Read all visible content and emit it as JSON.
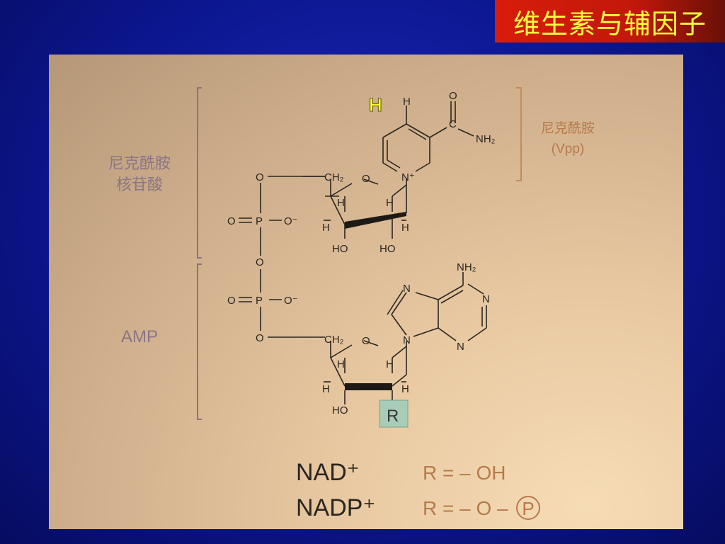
{
  "slide": {
    "title": "维生素与辅因子"
  },
  "diagram": {
    "bracket_labels": {
      "nicotinamide_nucleotide_line1": "尼克酰胺",
      "nicotinamide_nucleotide_line2": "核苷酸",
      "amp": "AMP",
      "nicotinamide_line1": "尼克酰胺",
      "nicotinamide_line2": "(Vpp)"
    },
    "highlight_h": "H",
    "atoms": {
      "H": "H",
      "O": "O",
      "N": "N",
      "N_plus": "N⁺",
      "P": "P",
      "O_minus": "O⁻",
      "NH2": "NH₂",
      "CH2": "CH₂",
      "C": "C",
      "HO": "HO",
      "R": "R"
    },
    "legend": {
      "nad_name": "NAD⁺",
      "nad_r": "R = – OH",
      "nadp_name": "NADP⁺",
      "nadp_r": "R = – O –",
      "phosphate_symbol": "P"
    },
    "colors": {
      "title_bg": "#d81d0a",
      "title_text": "#ffff40",
      "background": "#0c1690",
      "bracket_left": "#8a7384",
      "bracket_right": "#c8895a",
      "label_left": "#8c7686",
      "label_right": "#b77a4a",
      "highlight_h": "#ffff30",
      "r_box": "#a8cdb6"
    }
  }
}
